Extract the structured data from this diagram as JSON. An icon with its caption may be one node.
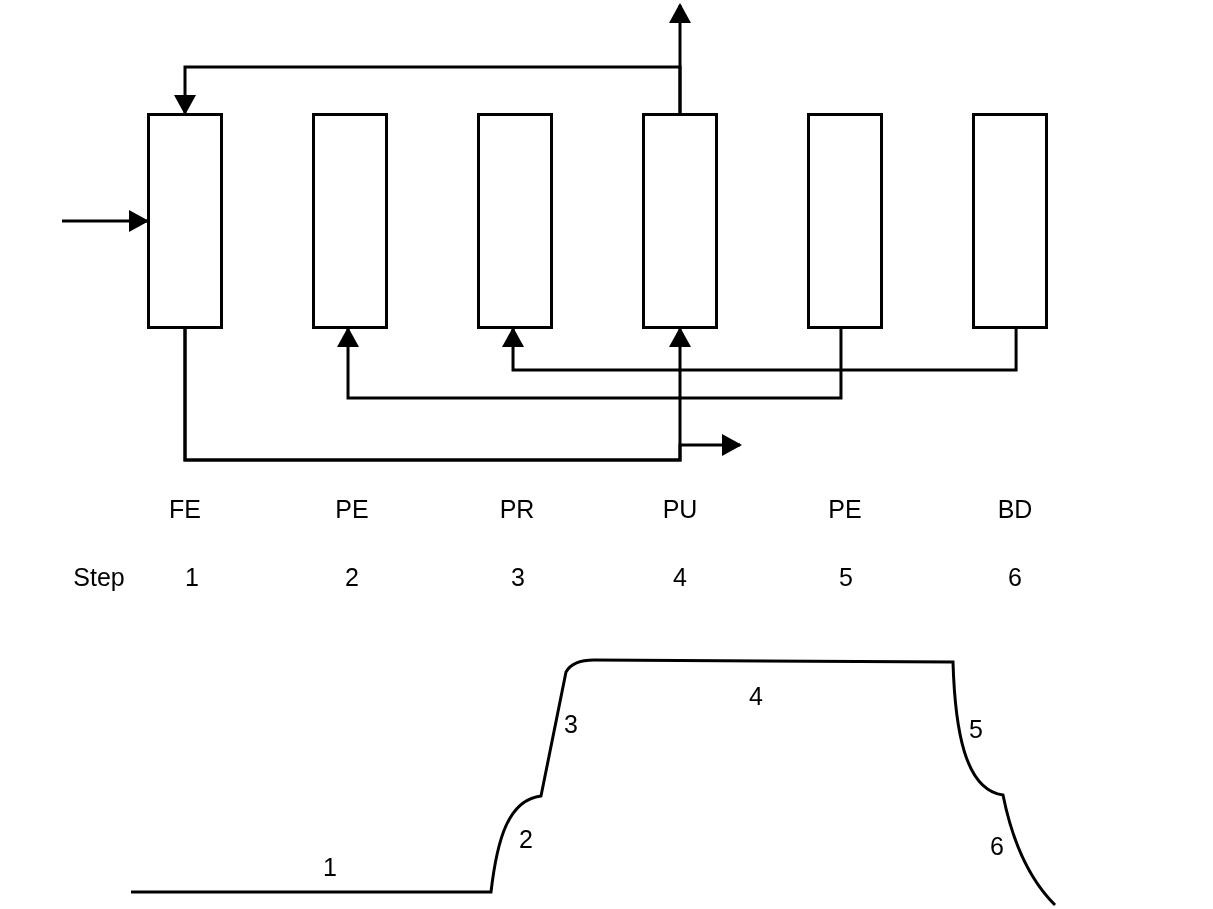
{
  "diagram": {
    "nodes": [
      {
        "text": [],
        "shape": "box"
      },
      {
        "text": [],
        "shape": "box"
      },
      {
        "text": [],
        "shape": "box"
      },
      {
        "text": [],
        "shape": "box"
      },
      {
        "text": [],
        "shape": "box"
      },
      {
        "text": [],
        "shape": "box"
      }
    ],
    "edges": [
      {
        "from": null,
        "to": 0,
        "arrow": "to"
      },
      {
        "from": 3,
        "to": null,
        "arrow": "to"
      },
      {
        "from": 3,
        "to": 0,
        "arrow": "to"
      },
      {
        "from": 0,
        "to": 3,
        "arrow": "to"
      },
      {
        "from": 0,
        "to": null,
        "arrow": "to"
      },
      {
        "from": 4,
        "to": 1,
        "arrow": "to"
      },
      {
        "from": 5,
        "to": 2,
        "arrow": "to"
      }
    ],
    "labels": [
      "FE",
      "PE",
      "PR",
      "PU",
      "PE",
      "BD",
      "Step",
      "1",
      "2",
      "3",
      "4",
      "5",
      "6",
      "1",
      "2",
      "3",
      "4",
      "5",
      "6"
    ]
  }
}
